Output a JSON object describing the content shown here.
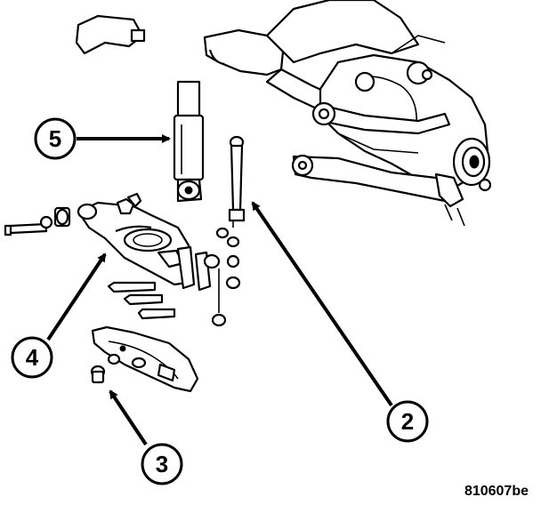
{
  "figure_code": "810607be",
  "callouts": [
    {
      "id": "callout-5",
      "label": "5"
    },
    {
      "id": "callout-4",
      "label": "4"
    },
    {
      "id": "callout-3",
      "label": "3"
    },
    {
      "id": "callout-2",
      "label": "2"
    }
  ]
}
